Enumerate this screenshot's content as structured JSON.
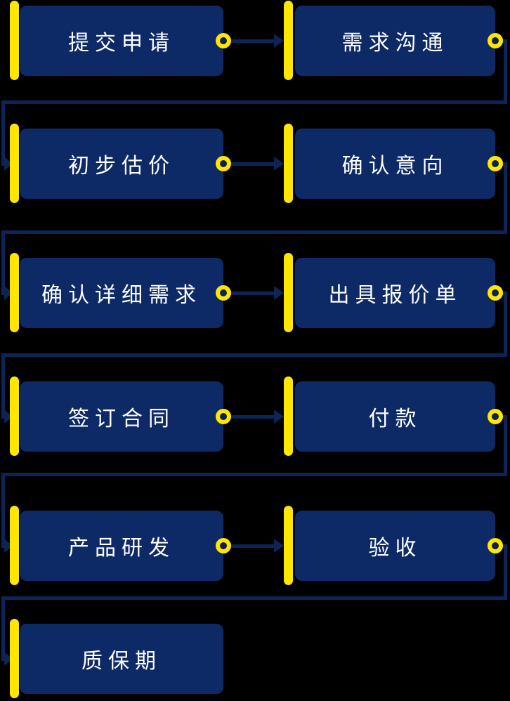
{
  "flow": {
    "colors": {
      "background": "#000000",
      "box": "#0e2a66",
      "bar": "#ffe600",
      "line": "#0c2556",
      "hole": "#0a2053",
      "text": "#ffffff"
    },
    "rows": [
      {
        "left": {
          "label": "提交申请"
        },
        "right": {
          "label": "需求沟通"
        }
      },
      {
        "left": {
          "label": "初步估价"
        },
        "right": {
          "label": "确认意向"
        }
      },
      {
        "left": {
          "label": "确认详细需求"
        },
        "right": {
          "label": "出具报价单"
        }
      },
      {
        "left": {
          "label": "签订合同"
        },
        "right": {
          "label": "付款"
        }
      },
      {
        "left": {
          "label": "产品研发"
        },
        "right": {
          "label": "验收"
        }
      },
      {
        "left": {
          "label": "质保期"
        }
      }
    ]
  }
}
